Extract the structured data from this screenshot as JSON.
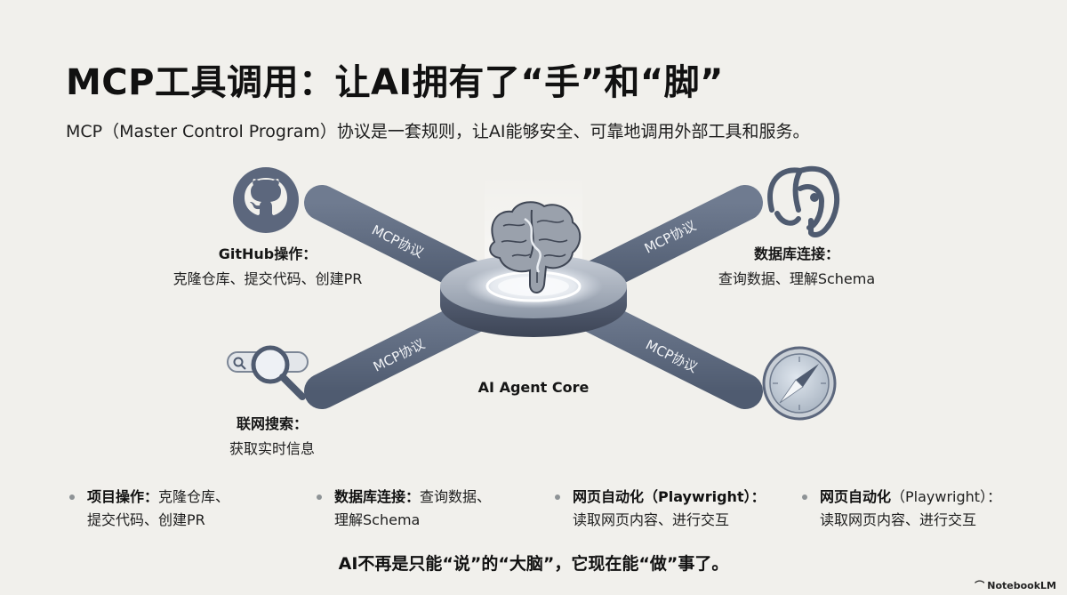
{
  "title": "MCP工具调用：让AI拥有了“手”和“脚”",
  "subtitle": "MCP（Master Control Program）协议是一套规则，让AI能够安全、可靠地调用外部工具和服务。",
  "diagram": {
    "core_label": "AI Agent Core",
    "connector_label": "MCP协议",
    "nodes": {
      "github": {
        "head": "GitHub操作：",
        "desc": "克隆仓库、提交代码、创建PR",
        "icon": "github-icon"
      },
      "database": {
        "head": "数据库连接：",
        "desc": "查询数据、理解Schema",
        "icon": "postgresql-elephant-icon"
      },
      "search": {
        "head": "联网搜索：",
        "desc": "获取实时信息",
        "icon": "search-magnifier-icon"
      },
      "browser": {
        "icon": "safari-compass-icon"
      }
    }
  },
  "bullets": [
    {
      "head": "项目操作：",
      "line1": "克隆仓库、",
      "line2": "提交代码、创建PR"
    },
    {
      "head": "数据库连接：",
      "line1": "查询数据、",
      "line2": "理解Schema"
    },
    {
      "head": "网页自动化（Playwright）：",
      "line1": "",
      "line2": "读取网页内容、进行交互"
    },
    {
      "head": "网页自动化",
      "line1": "（Playwright）：",
      "line2": "读取网页内容、进行交互"
    }
  ],
  "footer": "AI不再是只能“说”的“大脑”，它现在能“做”事了。",
  "brand": "NotebookLM",
  "colors": {
    "beam": "#5d6a80",
    "background": "#f1f0ec",
    "core_glow": "#ffffff"
  }
}
